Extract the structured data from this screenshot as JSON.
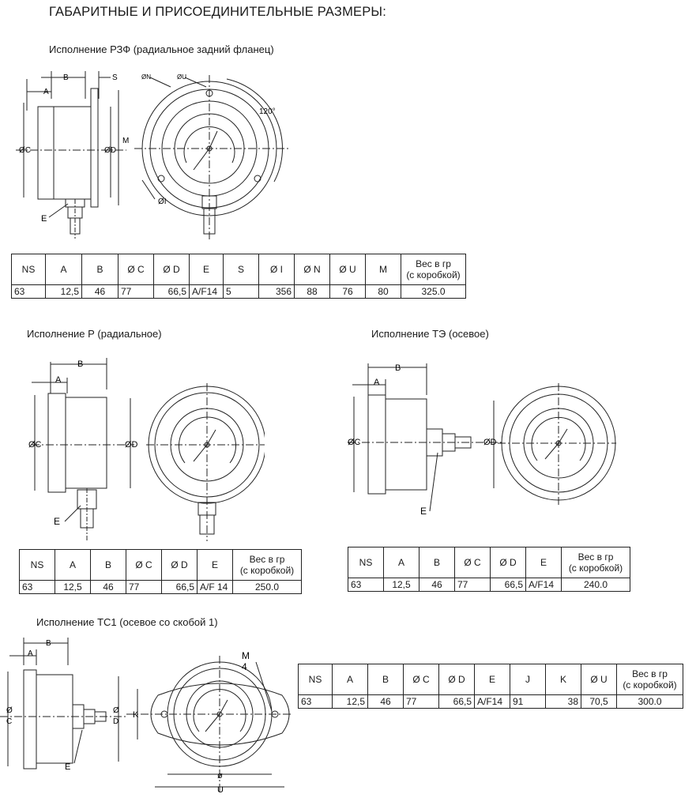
{
  "heading": "ГАБАРИТНЫЕ И ПРИСОЕДИНИТЕЛЬНЫЕ РАЗМЕРЫ:",
  "sections": {
    "rzf": {
      "title": "Исполнение РЗФ (радиальное задний фланец)",
      "labels": {
        "b": "B",
        "s": "S",
        "a": "A",
        "c": "ØC",
        "d": "ØD",
        "m": "M",
        "e": "E",
        "n": "ØN",
        "u": "ØU",
        "angle": "120°",
        "i": "ØI"
      },
      "headers": [
        "NS",
        "A",
        "B",
        "Ø C",
        "Ø D",
        "E",
        "S",
        "Ø I",
        "Ø N",
        "Ø U",
        "M",
        "Вес в гр (с коробкой)"
      ],
      "row": [
        "63",
        "12,5",
        "46",
        "77",
        "66,5",
        "A/F14",
        "5",
        "356",
        "88",
        "76",
        "80",
        "325.0"
      ]
    },
    "r": {
      "title": "Исполнение Р (радиальное)",
      "labels": {
        "b": "B",
        "a": "A",
        "c": "ØC",
        "d": "ØD",
        "e": "E"
      },
      "headers": [
        "NS",
        "A",
        "B",
        "Ø C",
        "Ø D",
        "E",
        "Вес в гр (с коробкой)"
      ],
      "row": [
        "63",
        "12,5",
        "46",
        "77",
        "66,5",
        "A/F 14",
        "250.0"
      ]
    },
    "te": {
      "title": "Исполнение ТЭ (осевое)",
      "labels": {
        "b": "B",
        "a": "A",
        "c": "ØC",
        "d": "ØD",
        "e": "E"
      },
      "headers": [
        "NS",
        "A",
        "B",
        "Ø C",
        "Ø D",
        "E",
        "Вес в гр (с коробкой)"
      ],
      "row": [
        "63",
        "12,5",
        "46",
        "77",
        "66,5",
        "A/F14",
        "240.0"
      ]
    },
    "tc1": {
      "title": "Исполнение ТС1 (осевое со скобой 1)",
      "labels": {
        "b": "B",
        "a": "A",
        "c1": "Ø",
        "c2": "C",
        "d1": "Ø",
        "d2": "D",
        "e": "E",
        "m1": "M",
        "m2": "4",
        "k": "K",
        "o": "ø",
        "u": "U"
      },
      "headers": [
        "NS",
        "A",
        "B",
        "Ø C",
        "Ø D",
        "E",
        "J",
        "K",
        "Ø U",
        "Вес в гр (с коробкой)"
      ],
      "row": [
        "63",
        "12,5",
        "46",
        "77",
        "66,5",
        "A/F14",
        "91",
        "38",
        "70,5",
        "300.0"
      ]
    }
  }
}
